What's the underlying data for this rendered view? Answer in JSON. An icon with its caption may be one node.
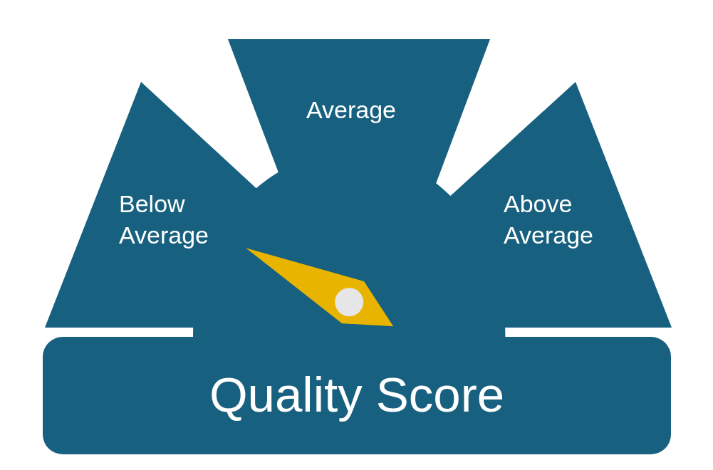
{
  "diagram": {
    "nodes": [
      {
        "text": [
          "Average"
        ]
      },
      {
        "text": [
          "Below Average"
        ]
      },
      {
        "text": [
          "Above Average"
        ]
      },
      {
        "text": [
          "Quality Score"
        ]
      }
    ]
  }
}
